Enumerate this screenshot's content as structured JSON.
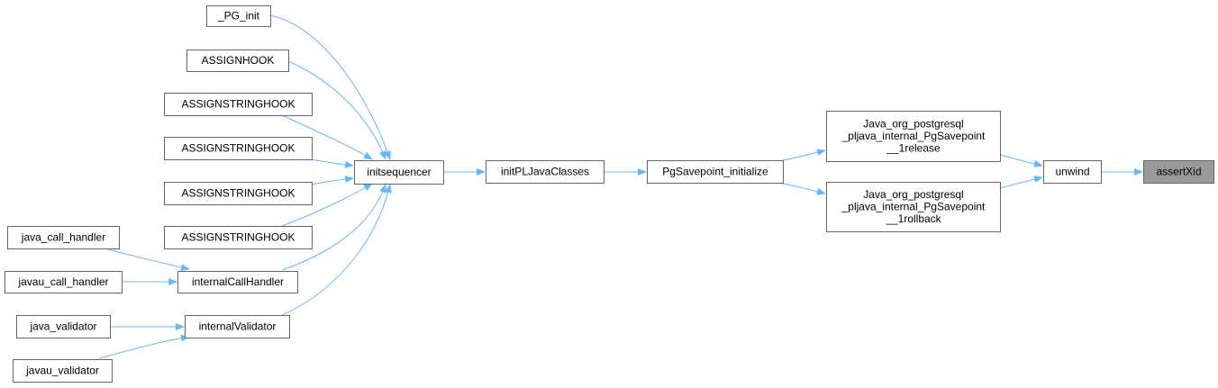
{
  "graph": {
    "edge_color": "#63b8ff",
    "node_border_color": "#666666",
    "highlight_fill": "#999999",
    "nodes": [
      {
        "id": "pg_init",
        "lines": [
          "_PG_init"
        ]
      },
      {
        "id": "assignhook",
        "lines": [
          "ASSIGNHOOK"
        ]
      },
      {
        "id": "assignstringhook_1",
        "lines": [
          "ASSIGNSTRINGHOOK"
        ]
      },
      {
        "id": "assignstringhook_2",
        "lines": [
          "ASSIGNSTRINGHOOK"
        ]
      },
      {
        "id": "assignstringhook_3",
        "lines": [
          "ASSIGNSTRINGHOOK"
        ]
      },
      {
        "id": "assignstringhook_4",
        "lines": [
          "ASSIGNSTRINGHOOK"
        ]
      },
      {
        "id": "java_call_handler",
        "lines": [
          "java_call_handler"
        ]
      },
      {
        "id": "javau_call_handler",
        "lines": [
          "javau_call_handler"
        ]
      },
      {
        "id": "internalcallhandler",
        "lines": [
          "internalCallHandler"
        ]
      },
      {
        "id": "java_validator",
        "lines": [
          "java_validator"
        ]
      },
      {
        "id": "javau_validator",
        "lines": [
          "javau_validator"
        ]
      },
      {
        "id": "internalvalidator",
        "lines": [
          "internalValidator"
        ]
      },
      {
        "id": "initsequencer",
        "lines": [
          "initsequencer"
        ]
      },
      {
        "id": "initpljavaclasses",
        "lines": [
          "initPLJavaClasses"
        ]
      },
      {
        "id": "pgsavepoint_initialize",
        "lines": [
          "PgSavepoint_initialize"
        ]
      },
      {
        "id": "release",
        "lines": [
          "Java_org_postgresql",
          "_pljava_internal_PgSavepoint",
          "__1release"
        ]
      },
      {
        "id": "rollback",
        "lines": [
          "Java_org_postgresql",
          "_pljava_internal_PgSavepoint",
          "__1rollback"
        ]
      },
      {
        "id": "unwind",
        "lines": [
          "unwind"
        ]
      },
      {
        "id": "assertxid",
        "lines": [
          "assertXid"
        ],
        "highlight": true
      }
    ],
    "edges": [
      {
        "from": "pg_init",
        "to": "initsequencer"
      },
      {
        "from": "assignhook",
        "to": "initsequencer"
      },
      {
        "from": "assignstringhook_1",
        "to": "initsequencer"
      },
      {
        "from": "assignstringhook_2",
        "to": "initsequencer"
      },
      {
        "from": "assignstringhook_3",
        "to": "initsequencer"
      },
      {
        "from": "assignstringhook_4",
        "to": "initsequencer"
      },
      {
        "from": "internalcallhandler",
        "to": "initsequencer"
      },
      {
        "from": "internalvalidator",
        "to": "initsequencer"
      },
      {
        "from": "java_call_handler",
        "to": "internalcallhandler"
      },
      {
        "from": "javau_call_handler",
        "to": "internalcallhandler"
      },
      {
        "from": "java_validator",
        "to": "internalvalidator"
      },
      {
        "from": "javau_validator",
        "to": "internalvalidator"
      },
      {
        "from": "initsequencer",
        "to": "initpljavaclasses"
      },
      {
        "from": "initpljavaclasses",
        "to": "pgsavepoint_initialize"
      },
      {
        "from": "pgsavepoint_initialize",
        "to": "release"
      },
      {
        "from": "pgsavepoint_initialize",
        "to": "rollback"
      },
      {
        "from": "release",
        "to": "unwind"
      },
      {
        "from": "rollback",
        "to": "unwind"
      },
      {
        "from": "unwind",
        "to": "assertxid"
      }
    ]
  }
}
